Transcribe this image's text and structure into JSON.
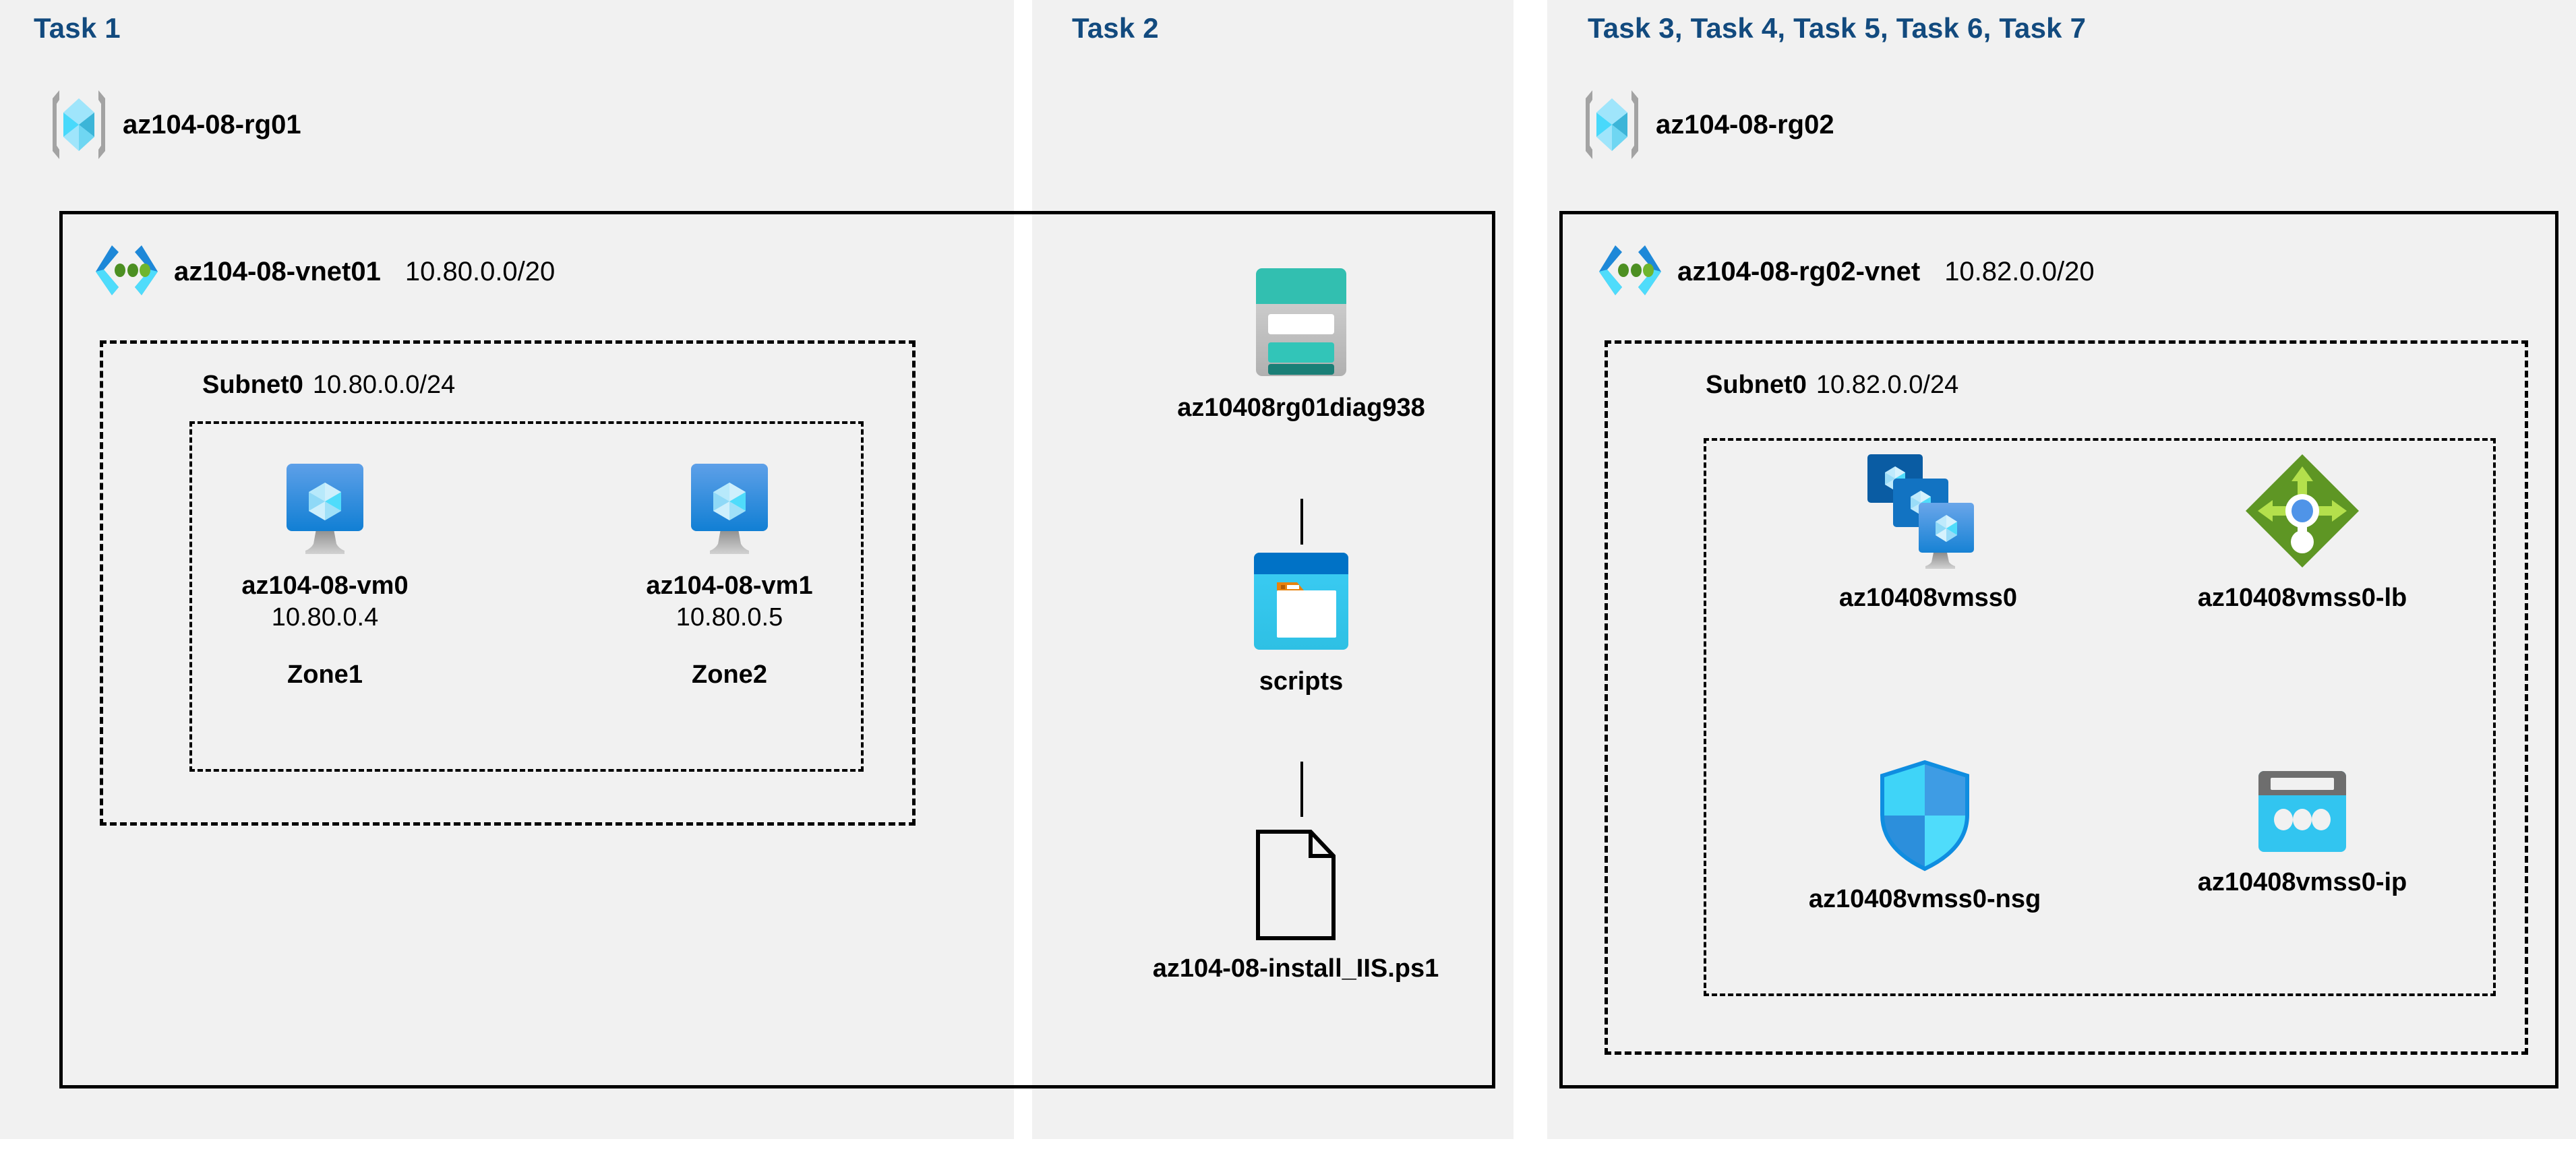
{
  "diagram": {
    "title_color": "#124a7e",
    "panel_bg": "#f1f1f1"
  },
  "tasks": {
    "task1_label": "Task 1",
    "task2_label": "Task 2",
    "task37_label": "Task 3, Task 4, Task 5, Task 6, Task 7"
  },
  "resource_groups": [
    {
      "name": "az104-08-rg01",
      "icon": "azure-resource-group-icon"
    },
    {
      "name": "az104-08-rg02",
      "icon": "azure-resource-group-icon"
    }
  ],
  "vnets": [
    {
      "name": "az104-08-vnet01",
      "cidr": "10.80.0.0/20",
      "icon": "virtual-network-icon"
    },
    {
      "name": "az104-08-rg02-vnet",
      "cidr": "10.82.0.0/20",
      "icon": "virtual-network-icon"
    }
  ],
  "subnets": [
    {
      "name": "Subnet0",
      "cidr": "10.80.0.0/24"
    },
    {
      "name": "Subnet0",
      "cidr": "10.82.0.0/24"
    }
  ],
  "virtual_machines": [
    {
      "name": "az104-08-vm0",
      "ip": "10.80.0.4",
      "zone": "Zone1",
      "icon": "virtual-machine-icon"
    },
    {
      "name": "az104-08-vm1",
      "ip": "10.80.0.5",
      "zone": "Zone2",
      "icon": "virtual-machine-icon"
    }
  ],
  "storage": {
    "account_name": "az10408rg01diag938",
    "account_icon": "storage-account-icon",
    "container_name": "scripts",
    "container_icon": "blob-container-icon",
    "file_name": "az104-08-install_IIS.ps1",
    "file_icon": "document-file-icon"
  },
  "scale_set_resources": [
    {
      "name": "az10408vmss0",
      "icon": "vm-scale-set-icon"
    },
    {
      "name": "az10408vmss0-lb",
      "icon": "load-balancer-icon"
    },
    {
      "name": "az10408vmss0-nsg",
      "icon": "network-security-group-icon"
    },
    {
      "name": "az10408vmss0-ip",
      "icon": "public-ip-address-icon"
    }
  ],
  "colors": {
    "task_label": "#124a7e",
    "panel_background": "#f1f1f1",
    "border": "#000000",
    "vm_blue": "#1f8cd8",
    "vnet_blue": "#1e88d8",
    "vnet_green": "#4c9e28",
    "storage_teal": "#32bfb0",
    "container_blue": "#32c5f4",
    "lb_green": "#5e9624",
    "nsg_cyan": "#32d1f5",
    "pip_cyan": "#32c5f0"
  }
}
